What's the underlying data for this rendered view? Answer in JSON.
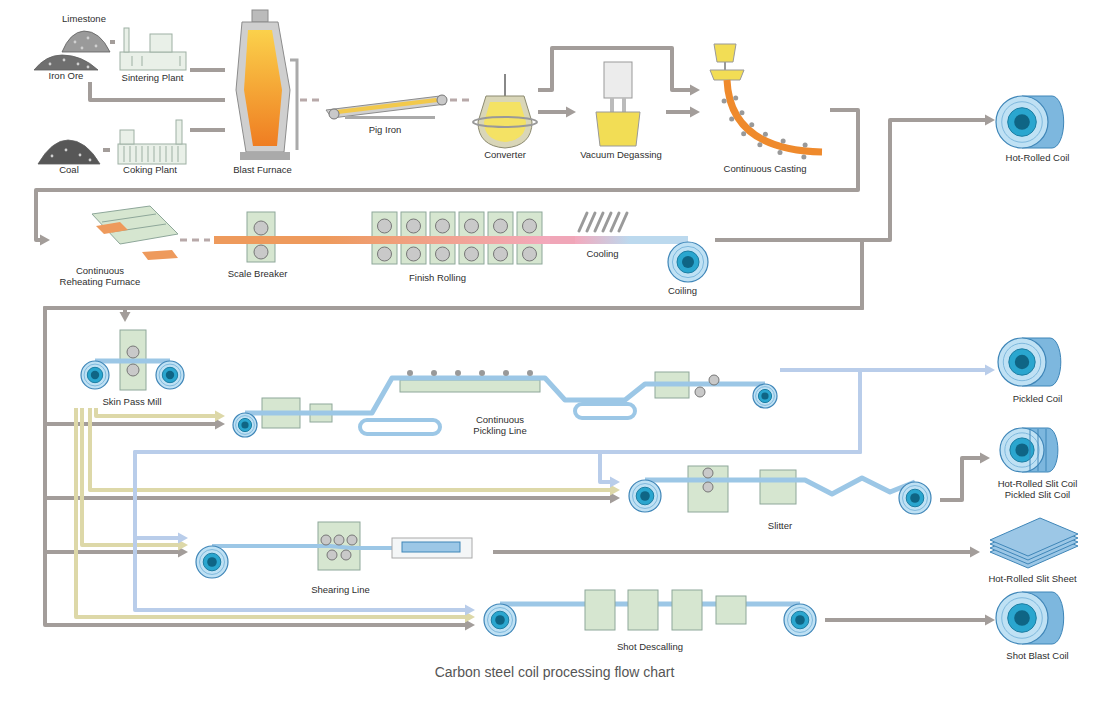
{
  "diagram": {
    "caption": "Carbon steel coil processing flow chart",
    "nodes": [
      {
        "text": [
          "Limestone"
        ]
      },
      {
        "text": [
          "Iron Ore"
        ]
      },
      {
        "text": [
          "Sintering Plant"
        ]
      },
      {
        "text": [
          "Coal"
        ]
      },
      {
        "text": [
          "Coking Plant"
        ]
      },
      {
        "text": [
          "Blast Furnace"
        ]
      },
      {
        "text": [
          "Pig Iron"
        ]
      },
      {
        "text": [
          "Converter"
        ]
      },
      {
        "text": [
          "Vacuum Degassing"
        ]
      },
      {
        "text": [
          "Continuous Casting"
        ]
      },
      {
        "text": [
          "Hot-Rolled Coil"
        ]
      },
      {
        "text": [
          "Continuous Reheating Furnace"
        ]
      },
      {
        "text": [
          "Scale Breaker"
        ]
      },
      {
        "text": [
          "Finish Rolling"
        ]
      },
      {
        "text": [
          "Cooling"
        ]
      },
      {
        "text": [
          "Coiling"
        ]
      },
      {
        "text": [
          "Skin Pass Mill"
        ]
      },
      {
        "text": [
          "Continuous Pickling Line"
        ]
      },
      {
        "text": [
          "Pickled Coil"
        ]
      },
      {
        "text": [
          "Slitter"
        ]
      },
      {
        "text": [
          "Hot-Rolled Slit Coil",
          "Pickled Slit Coil"
        ]
      },
      {
        "text": [
          "Shearing Line"
        ]
      },
      {
        "text": [
          "Hot-Rolled Slit Sheet"
        ]
      },
      {
        "text": [
          "Shot Descalling"
        ]
      },
      {
        "text": [
          "Shot Blast Coil"
        ]
      }
    ],
    "edges": [
      {
        "from": 0,
        "to": 2,
        "arrow": "none"
      },
      {
        "from": 1,
        "to": 5,
        "arrow": "none"
      },
      {
        "from": 2,
        "to": 5,
        "arrow": "none"
      },
      {
        "from": 3,
        "to": 4,
        "arrow": "none"
      },
      {
        "from": 4,
        "to": 5,
        "arrow": "none"
      },
      {
        "from": 5,
        "to": 6,
        "arrow": "none"
      },
      {
        "from": 6,
        "to": 7,
        "arrow": "none"
      },
      {
        "from": 7,
        "to": 8,
        "arrow": "to"
      },
      {
        "from": 8,
        "to": 9,
        "arrow": "to"
      },
      {
        "from": 7,
        "to": 9,
        "arrow": "to"
      },
      {
        "from": 9,
        "to": 11,
        "arrow": "to"
      },
      {
        "from": 11,
        "to": 12,
        "arrow": "none"
      },
      {
        "from": 12,
        "to": 13,
        "arrow": "none"
      },
      {
        "from": 13,
        "to": 14,
        "arrow": "none"
      },
      {
        "from": 14,
        "to": 15,
        "arrow": "none"
      },
      {
        "from": 15,
        "to": 10,
        "arrow": "to"
      },
      {
        "from": 15,
        "to": 16,
        "arrow": "to"
      },
      {
        "from": 15,
        "to": 17,
        "arrow": "to"
      },
      {
        "from": 15,
        "to": 19,
        "arrow": "to"
      },
      {
        "from": 15,
        "to": 21,
        "arrow": "to"
      },
      {
        "from": 15,
        "to": 23,
        "arrow": "to"
      },
      {
        "from": 16,
        "to": 17,
        "arrow": "to"
      },
      {
        "from": 16,
        "to": 19,
        "arrow": "to"
      },
      {
        "from": 16,
        "to": 21,
        "arrow": "to"
      },
      {
        "from": 16,
        "to": 23,
        "arrow": "to"
      },
      {
        "from": 17,
        "to": 18,
        "arrow": "to"
      },
      {
        "from": 17,
        "to": 19,
        "arrow": "to"
      },
      {
        "from": 17,
        "to": 21,
        "arrow": "to"
      },
      {
        "from": 17,
        "to": 23,
        "arrow": "to"
      },
      {
        "from": 19,
        "to": 20,
        "arrow": "to"
      },
      {
        "from": 21,
        "to": 22,
        "arrow": "to"
      },
      {
        "from": 23,
        "to": 24,
        "arrow": "to"
      }
    ]
  }
}
